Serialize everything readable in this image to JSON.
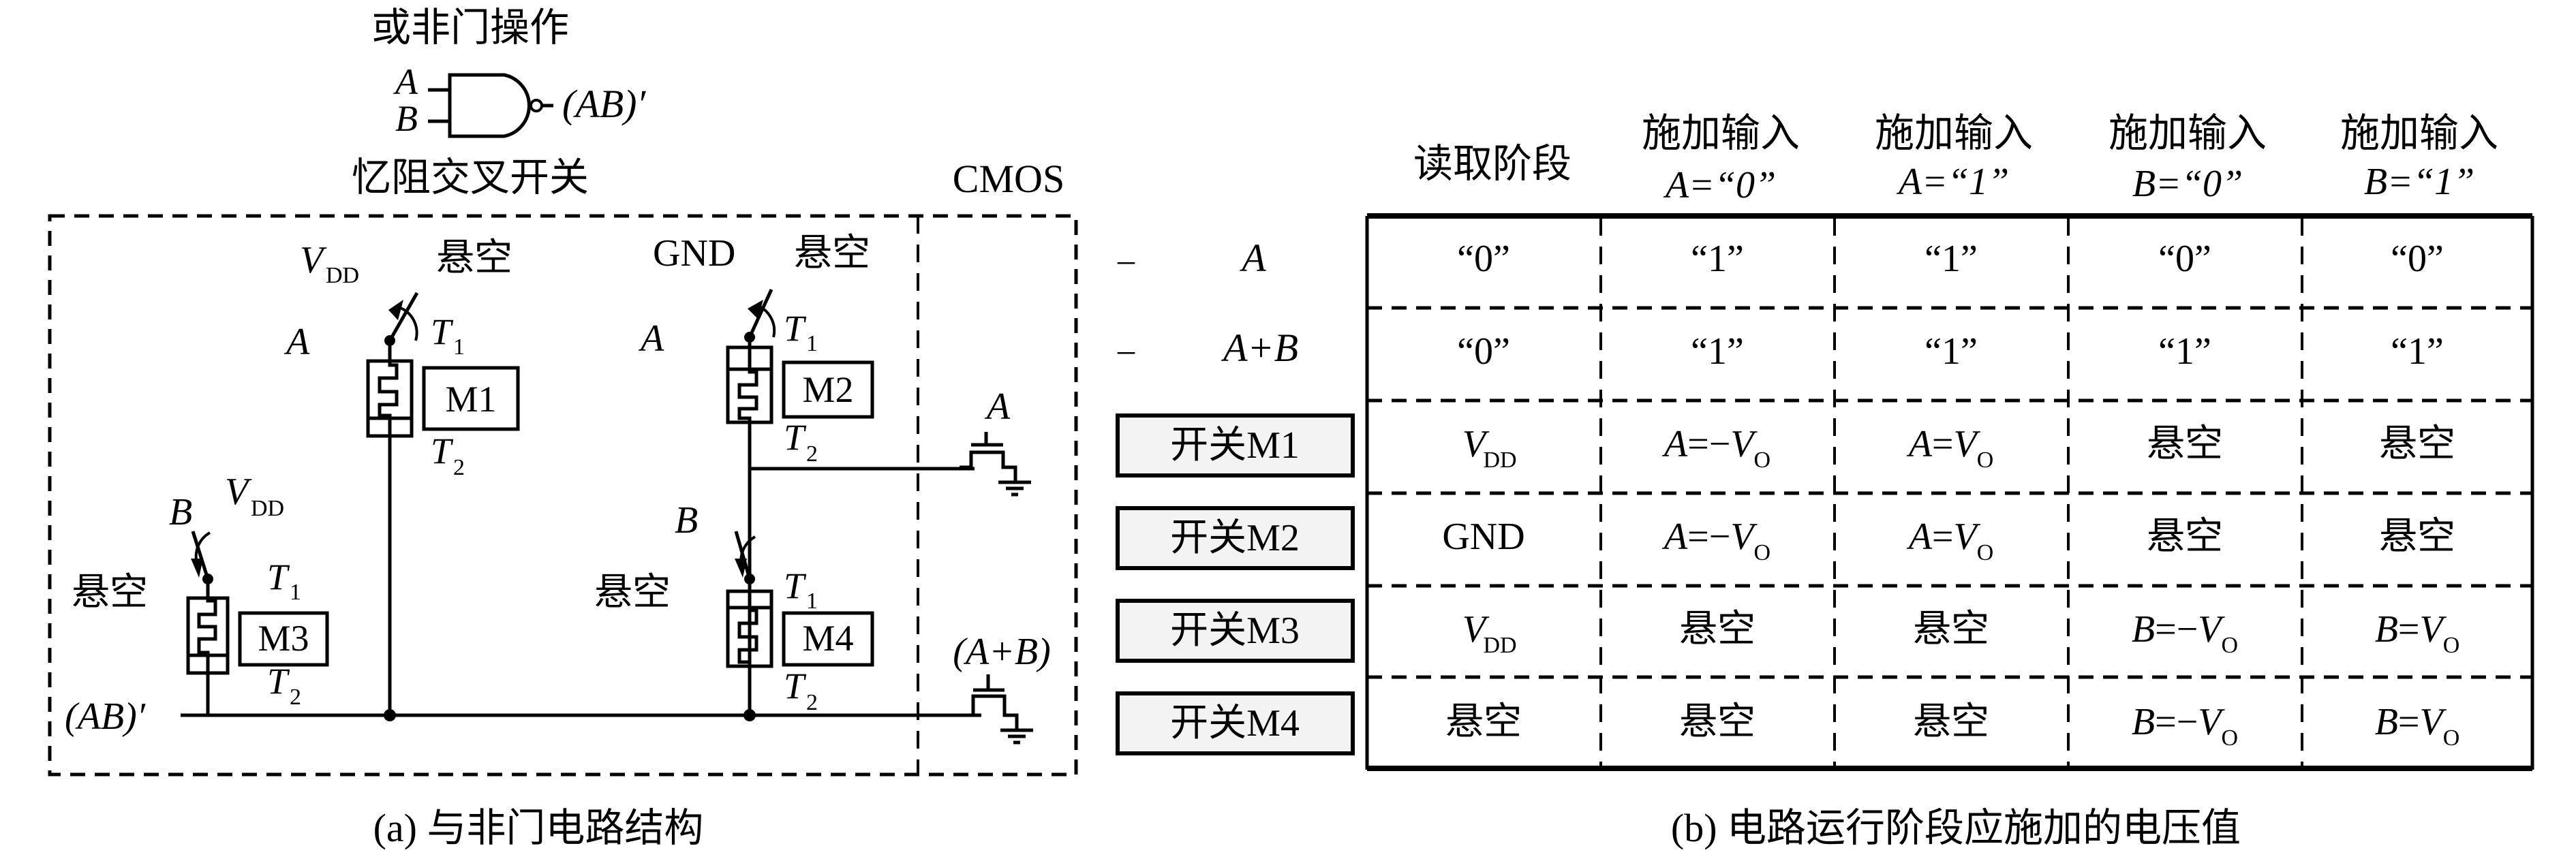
{
  "figure_a": {
    "gate_title": "或非门操作",
    "gate_input_a": "A",
    "gate_input_b": "B",
    "gate_output": "(AB)′",
    "section_memristor": "忆阻交叉开关",
    "section_cmos": "CMOS",
    "labels": {
      "vdd_top": "V",
      "vdd_sub": "DD",
      "float": "悬空",
      "gnd": "GND",
      "a": "A",
      "b": "B",
      "t": "T",
      "t1_sub": "1",
      "t2_sub": "2",
      "output": "(AB)′",
      "cmos_in_a": "A",
      "cmos_in_ab": "(A+B)"
    },
    "memristors": [
      "M1",
      "M2",
      "M3",
      "M4"
    ],
    "caption": "(a) 与非门电路结构"
  },
  "figure_b": {
    "header": {
      "read_stage": "读取阶段",
      "apply": "施加输入",
      "cols": [
        "A=“0”",
        "A=“1”",
        "B=“0”",
        "B=“1”"
      ]
    },
    "row_labels": [
      "A",
      "A+B"
    ],
    "row_marks": [
      "–",
      "–"
    ],
    "logic_rows": [
      [
        "“0”",
        "“1”",
        "“1”",
        "“0”",
        "“0”"
      ],
      [
        "“0”",
        "“1”",
        "“1”",
        "“1”",
        "“1”"
      ]
    ],
    "switches": [
      "开关M1",
      "开关M2",
      "开关M3",
      "开关M4"
    ],
    "voltage_rows": [
      [
        "VDD",
        "A=−VO",
        "A=VO",
        "悬空",
        "悬空"
      ],
      [
        "GND",
        "A=−VO",
        "A=VO",
        "悬空",
        "悬空"
      ],
      [
        "VDD",
        "悬空",
        "悬空",
        "B=−VO",
        "B=VO"
      ],
      [
        "悬空",
        "悬空",
        "悬空",
        "B=−VO",
        "B=VO"
      ]
    ],
    "caption": "(b) 电路运行阶段应施加的电压值"
  }
}
